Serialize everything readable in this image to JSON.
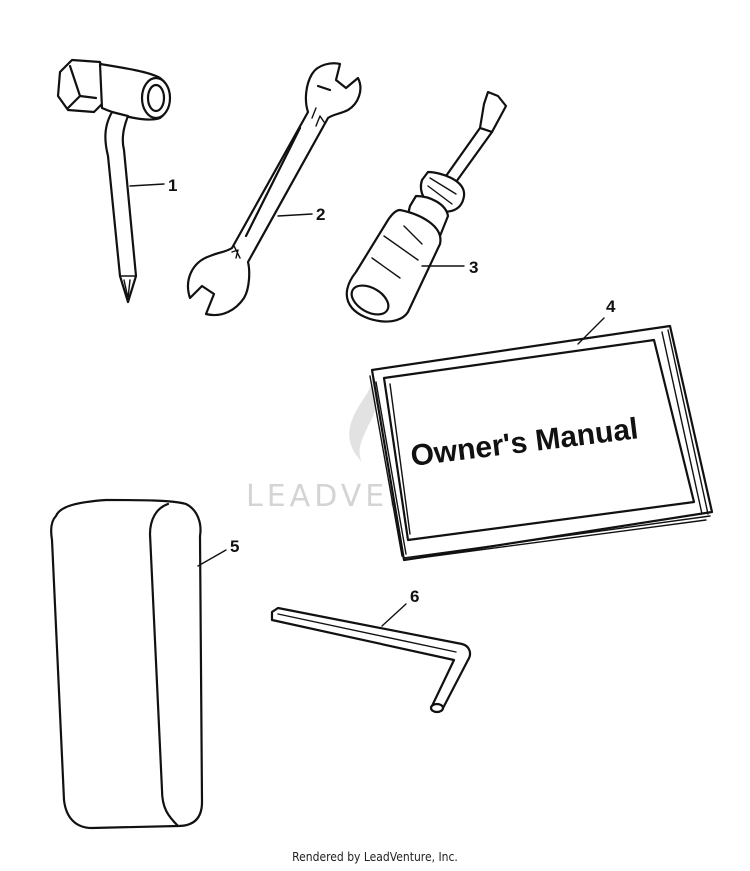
{
  "diagram": {
    "callouts": [
      "1",
      "2",
      "3",
      "4",
      "5",
      "6"
    ],
    "manual_title": "Owner's Manual",
    "watermark": "LEADVENTURE"
  },
  "footer": {
    "text": "Rendered by LeadVenture, Inc."
  }
}
